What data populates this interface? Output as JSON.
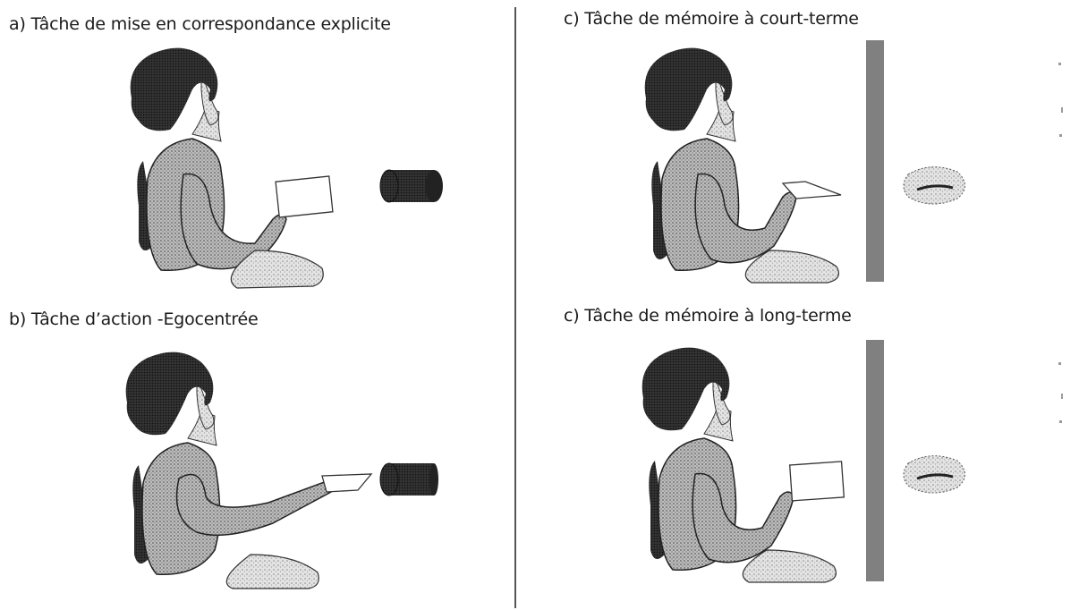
{
  "panels": [
    {
      "label": "a) Tâche de mise en correspondance explicite"
    },
    {
      "label": "b) Tâche d’action -Egocentrée"
    },
    {
      "label": "c) Tâche de mémoire à court-terme"
    },
    {
      "label": "c) Tâche de mémoire à long-terme"
    }
  ],
  "colors": {
    "text": "#1a1a1a",
    "divider": "#555555",
    "screen": "#808080",
    "hair": "#111111",
    "skin": "#8c8c8c",
    "cylinder": "#2b2b2b"
  }
}
